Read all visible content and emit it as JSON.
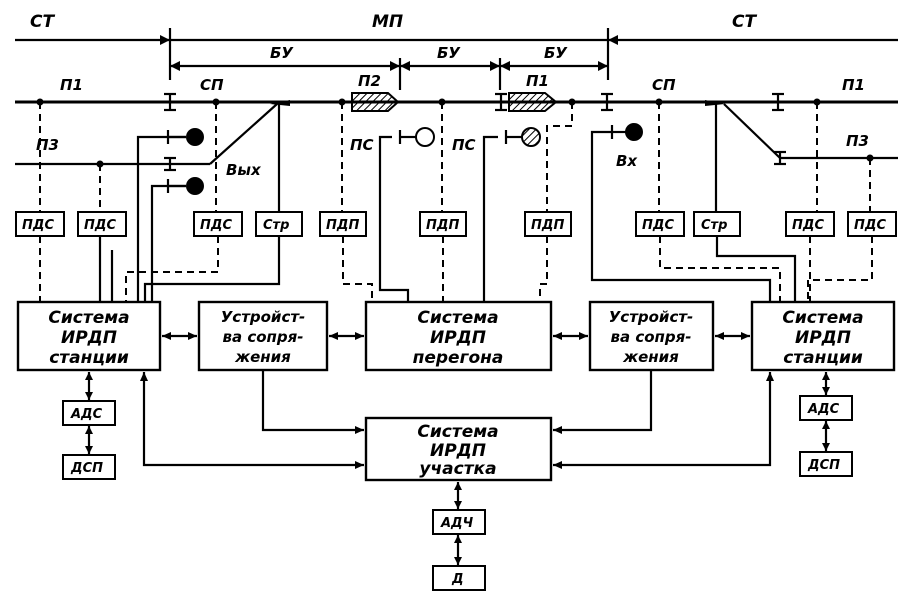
{
  "top": {
    "st_left": "СТ",
    "mp": "МП",
    "st_right": "СТ",
    "bu": [
      "БУ",
      "БУ",
      "БУ"
    ]
  },
  "tracks": {
    "p1_left": "П1",
    "p3_left": "П3",
    "sp_left": "СП",
    "p2": "П2",
    "p1_mid": "П1",
    "sp_right": "СП",
    "p1_right": "П1",
    "p3_right": "П3",
    "exit": "Вых",
    "entry": "Вх",
    "ps1": "ПС",
    "ps2": "ПС"
  },
  "sensors": {
    "pds": "ПДС",
    "str": "Стр",
    "pdp": "ПДП"
  },
  "blocks": {
    "station_left": [
      "Система",
      "ИРДП",
      "станции"
    ],
    "interface_left": [
      "Устройст-",
      "ва сопря-",
      "жения"
    ],
    "haul": [
      "Система",
      "ИРДП",
      "перегона"
    ],
    "interface_right": [
      "Устройст-",
      "ва сопря-",
      "жения"
    ],
    "station_right": [
      "Система",
      "ИРДП",
      "станции"
    ],
    "section": [
      "Система",
      "ИРДП",
      "участка"
    ]
  },
  "bottom": {
    "ads_left": "АДС",
    "dsp_left": "ДСП",
    "ads_right": "АДС",
    "dsp_right": "ДСП",
    "adch": "АДЧ",
    "d": "Д"
  }
}
